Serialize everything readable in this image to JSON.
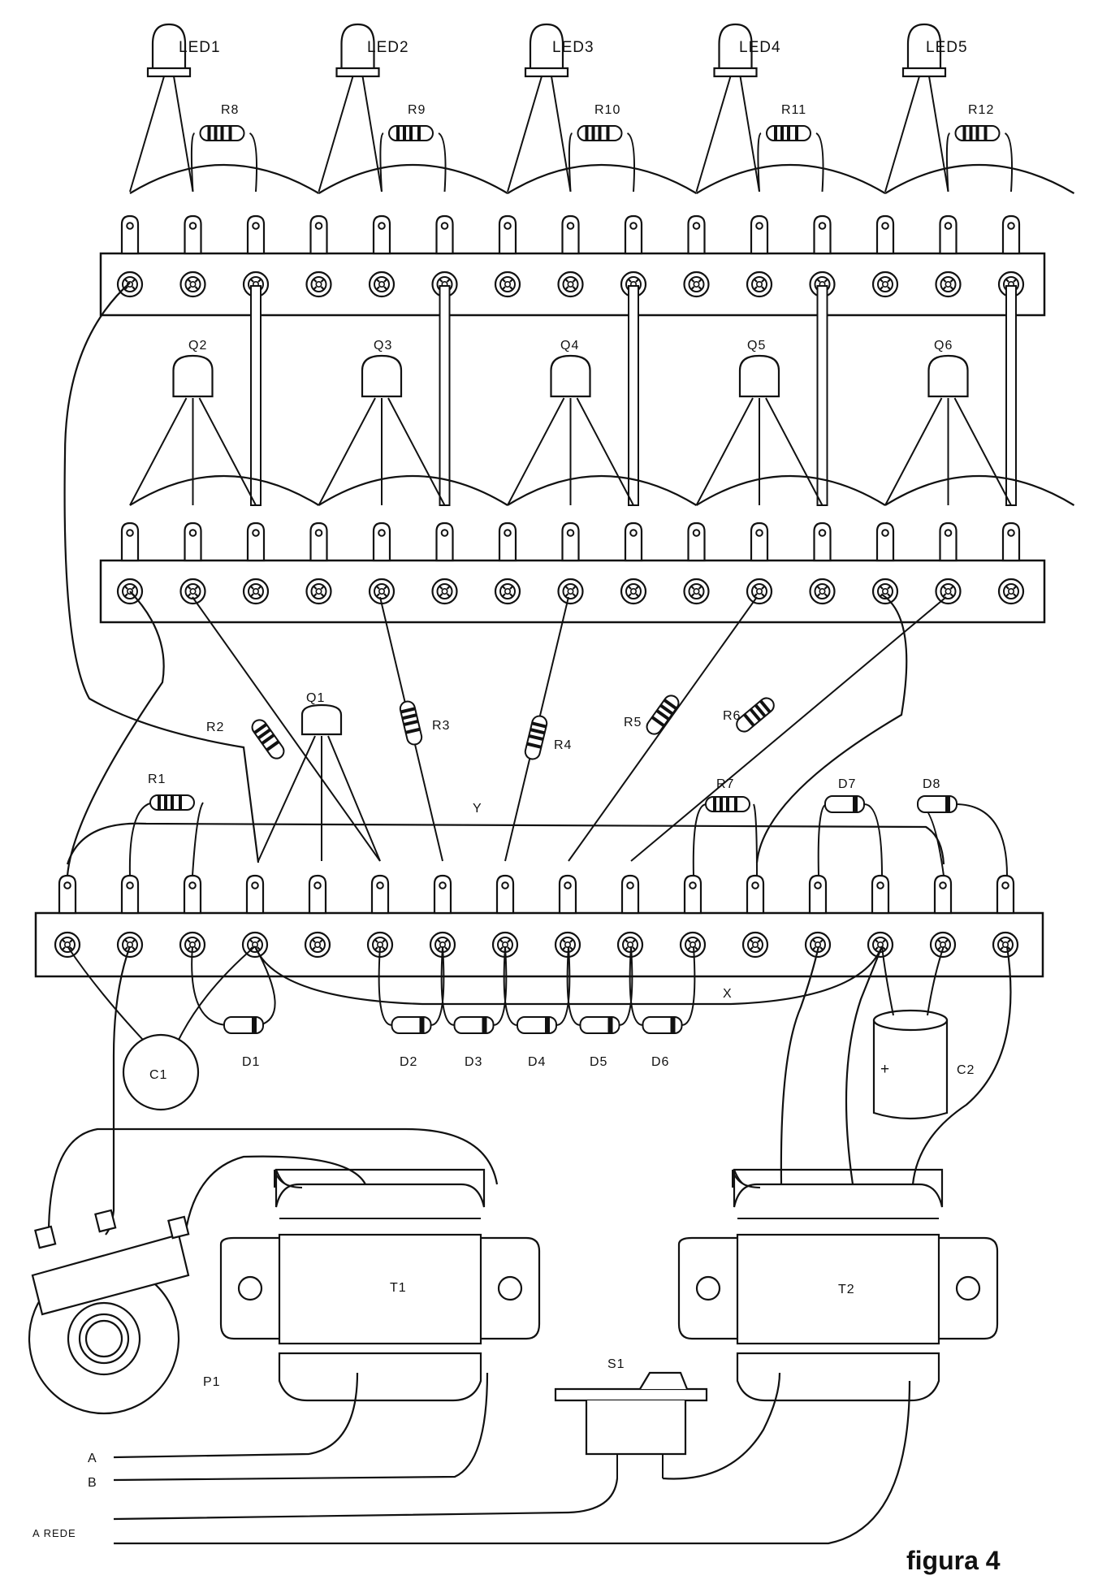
{
  "figure_label": "figura 4",
  "leds": [
    {
      "label": "LED1"
    },
    {
      "label": "LED2"
    },
    {
      "label": "LED3"
    },
    {
      "label": "LED4"
    },
    {
      "label": "LED5"
    }
  ],
  "top_resistors": [
    {
      "label": "R8"
    },
    {
      "label": "R9"
    },
    {
      "label": "R10"
    },
    {
      "label": "R11"
    },
    {
      "label": "R12"
    }
  ],
  "transistors": [
    {
      "label": "Q2"
    },
    {
      "label": "Q3"
    },
    {
      "label": "Q4"
    },
    {
      "label": "Q5"
    },
    {
      "label": "Q6"
    }
  ],
  "q1": {
    "label": "Q1"
  },
  "mid_resistors": [
    {
      "label": "R2"
    },
    {
      "label": "R3"
    },
    {
      "label": "R4"
    },
    {
      "label": "R5"
    },
    {
      "label": "R6"
    }
  ],
  "r1": {
    "label": "R1"
  },
  "r7": {
    "label": "R7"
  },
  "d7": {
    "label": "D7"
  },
  "d8": {
    "label": "D8"
  },
  "bottom_diodes": [
    {
      "label": "D1"
    },
    {
      "label": "D2"
    },
    {
      "label": "D3"
    },
    {
      "label": "D4"
    },
    {
      "label": "D5"
    },
    {
      "label": "D6"
    }
  ],
  "c1": {
    "label": "C1"
  },
  "c2": {
    "label": "C2",
    "polarity": "+"
  },
  "bus_labels": {
    "y": "Y",
    "x": "X"
  },
  "t1": {
    "label": "T1"
  },
  "t2": {
    "label": "T2"
  },
  "s1": {
    "label": "S1"
  },
  "p1": {
    "label": "P1"
  },
  "leads": {
    "a": "A",
    "b": "B",
    "rede": "A  REDE"
  }
}
